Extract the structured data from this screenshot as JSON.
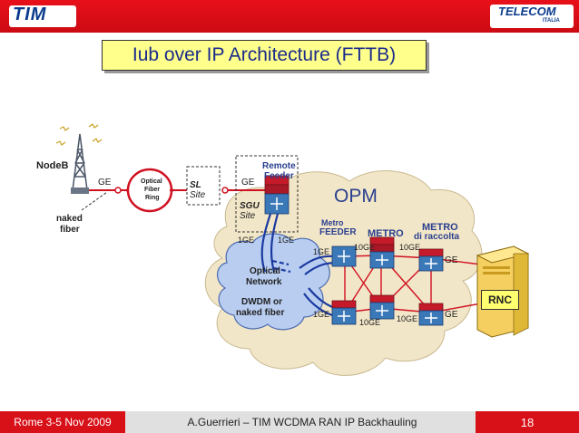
{
  "header": {
    "tim_logo": "TIM",
    "telecom_logo": "TELECOM",
    "telecom_sub": "ITALIA"
  },
  "title": "Iub over IP Architecture (FTTB)",
  "diagram": {
    "nodeb": "NodeB",
    "naked_fiber_1": "naked",
    "naked_fiber_2": "fiber",
    "ge_left": "GE",
    "optical_ring_1": "Optical",
    "optical_ring_2": "Fiber",
    "optical_ring_3": "Ring",
    "sl": "SL",
    "sl_site": "Site",
    "ge_mid": "GE",
    "remote_feeder_1": "Remote",
    "remote_feeder_2": "Feeder",
    "sgu": "SGU",
    "sgu_site": "Site",
    "opm": "OPM",
    "metro_feeder_1": "Metro",
    "metro_feeder_2": "FEEDER",
    "metro": "METRO",
    "metro_raccolta_1": "METRO",
    "metro_raccolta_2": "di raccolta",
    "onegE_a": "1GE",
    "onegE_b": "1GE",
    "onegE_c": "1GE",
    "onegE_d": "1GE",
    "tengE_a": "10GE",
    "tengE_b": "10GE",
    "tengE_c": "10GE",
    "tengE_d": "10GE",
    "ge_rnc_top": "GE",
    "ge_rnc_bottom": "GE",
    "optical_network_1": "Optical",
    "optical_network_2": "Network",
    "dwdm_1": "DWDM or",
    "dwdm_2": "naked fiber",
    "rnc": "RNC"
  },
  "footer": {
    "left": "Rome 3-5 Nov 2009",
    "center": "A.Guerrieri – TIM WCDMA RAN IP Backhauling",
    "page": "18"
  },
  "colors": {
    "brand_red": "#d81018",
    "title_bg": "#ffff8c",
    "title_text": "#1a2a8a",
    "cloud_bg": "#f2e6c8",
    "optical_cloud": "#b8cdf0",
    "link_red": "#d01020",
    "link_blue": "#1a3aa0"
  }
}
